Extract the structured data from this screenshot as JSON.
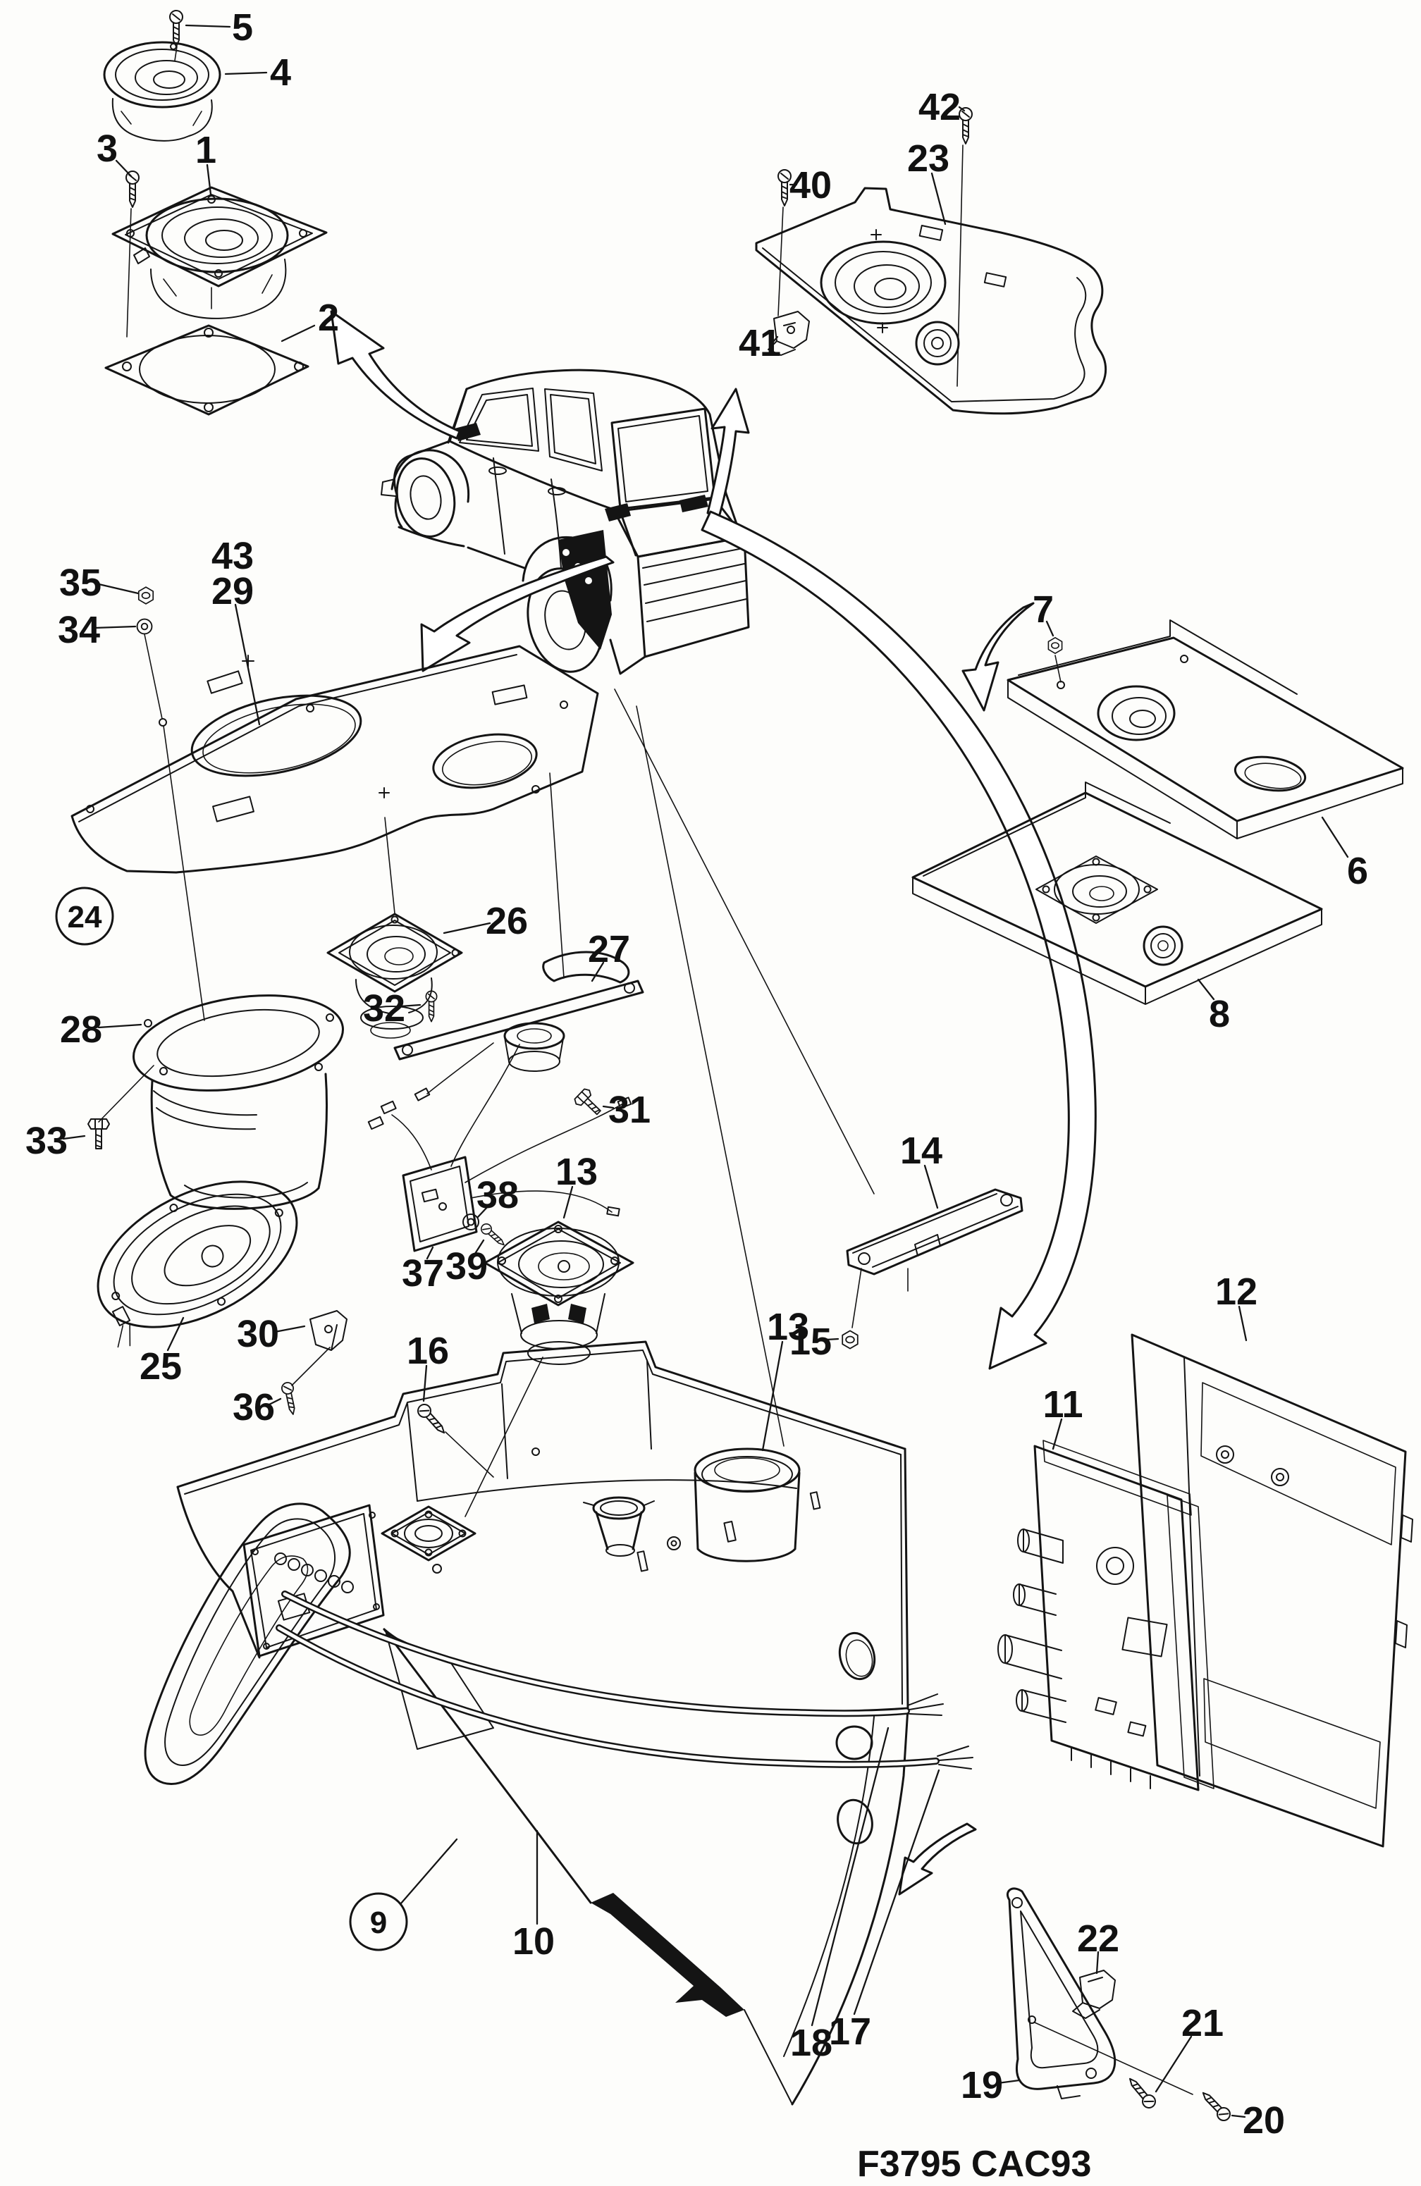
{
  "diagram": {
    "footer_code": "F3795 CAC93",
    "line_color": "#141414",
    "background_color": "#fdfdfb"
  },
  "callouts": {
    "1": "1",
    "2": "2",
    "3": "3",
    "4": "4",
    "5": "5",
    "6": "6",
    "7": "7",
    "8": "8",
    "9": "9",
    "10": "10",
    "11": "11",
    "12": "12",
    "13": "13",
    "14": "14",
    "15": "15",
    "16": "16",
    "17": "17",
    "18": "18",
    "19": "19",
    "20": "20",
    "21": "21",
    "22": "22",
    "23": "23",
    "24": "24",
    "25": "25",
    "26": "26",
    "27": "27",
    "28": "28",
    "29": "29",
    "30": "30",
    "31": "31",
    "32": "32",
    "33": "33",
    "34": "34",
    "35": "35",
    "36": "36",
    "37": "37",
    "38": "38",
    "39": "39",
    "40": "40",
    "41": "41",
    "42": "42",
    "43": "43"
  }
}
